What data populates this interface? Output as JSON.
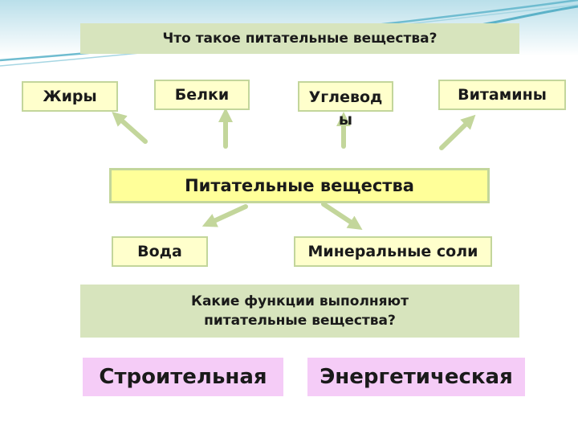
{
  "question_top": "Что такое питательные вещества?",
  "nodes": {
    "fats": "Жиры",
    "proteins": "Белки",
    "carbs": "Углевод ы",
    "vitamins": "Витамины",
    "center": "Питательные вещества",
    "water": "Вода",
    "minerals": "Минеральные соли"
  },
  "question_bottom": {
    "line1": "Какие функции выполняют",
    "line2": "питательные вещества?"
  },
  "functions": {
    "building": "Строительная",
    "energy": "Энергетическая"
  },
  "colors": {
    "arrow": "#c3d69b",
    "question_bg": "#d7e4bd",
    "node_bg": "#ffffcc",
    "center_bg": "#ffff99",
    "function_bg": "#f5ccf7"
  }
}
